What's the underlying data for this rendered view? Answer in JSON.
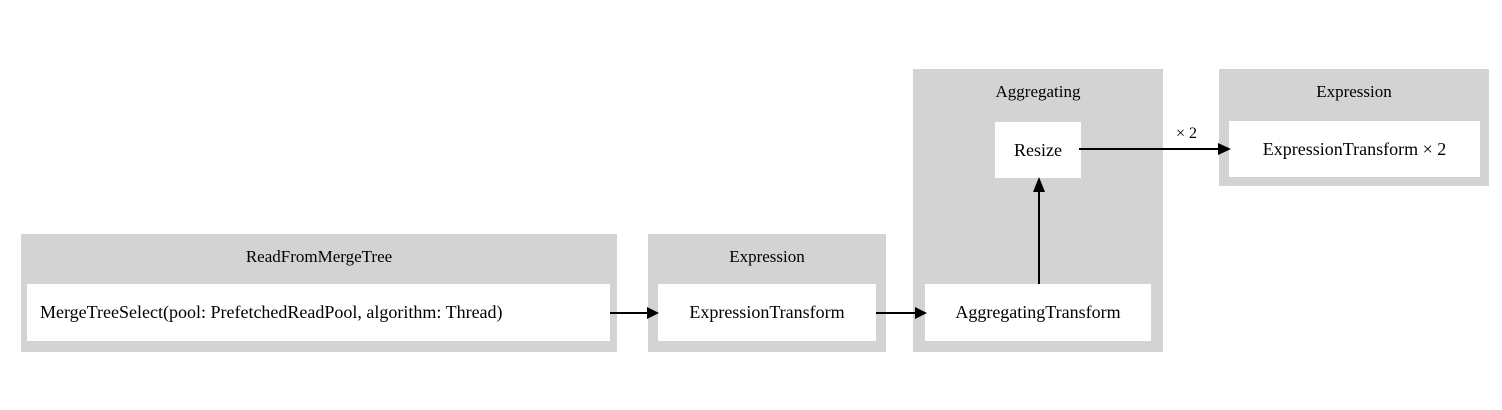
{
  "diagram": {
    "type": "pipeline-graph",
    "background_color": "#ffffff",
    "cluster_color": "#d3d3d3",
    "node_color": "#ffffff",
    "edge_color": "#000000",
    "clusters": [
      {
        "id": "read-from-merge-tree",
        "label": "ReadFromMergeTree",
        "nodes": [
          {
            "id": "merge-tree-select",
            "label": "MergeTreeSelect(pool: PrefetchedReadPool, algorithm: Thread)"
          }
        ]
      },
      {
        "id": "expression-middle",
        "label": "Expression",
        "nodes": [
          {
            "id": "expression-transform",
            "label": "ExpressionTransform"
          }
        ]
      },
      {
        "id": "aggregating",
        "label": "Aggregating",
        "nodes": [
          {
            "id": "resize",
            "label": "Resize"
          },
          {
            "id": "aggregating-transform",
            "label": "AggregatingTransform"
          }
        ]
      },
      {
        "id": "expression-right",
        "label": "Expression",
        "nodes": [
          {
            "id": "expression-transform-x2",
            "label": "ExpressionTransform × 2"
          }
        ]
      }
    ],
    "edges": [
      {
        "id": "edge-merge-to-expression",
        "from": "merge-tree-select",
        "to": "expression-transform",
        "label": ""
      },
      {
        "id": "edge-expression-to-aggregating",
        "from": "expression-transform",
        "to": "aggregating-transform",
        "label": ""
      },
      {
        "id": "edge-aggregating-to-resize",
        "from": "aggregating-transform",
        "to": "resize",
        "label": ""
      },
      {
        "id": "edge-resize-to-expression-x2",
        "from": "resize",
        "to": "expression-transform-x2",
        "label": "× 2"
      }
    ]
  }
}
